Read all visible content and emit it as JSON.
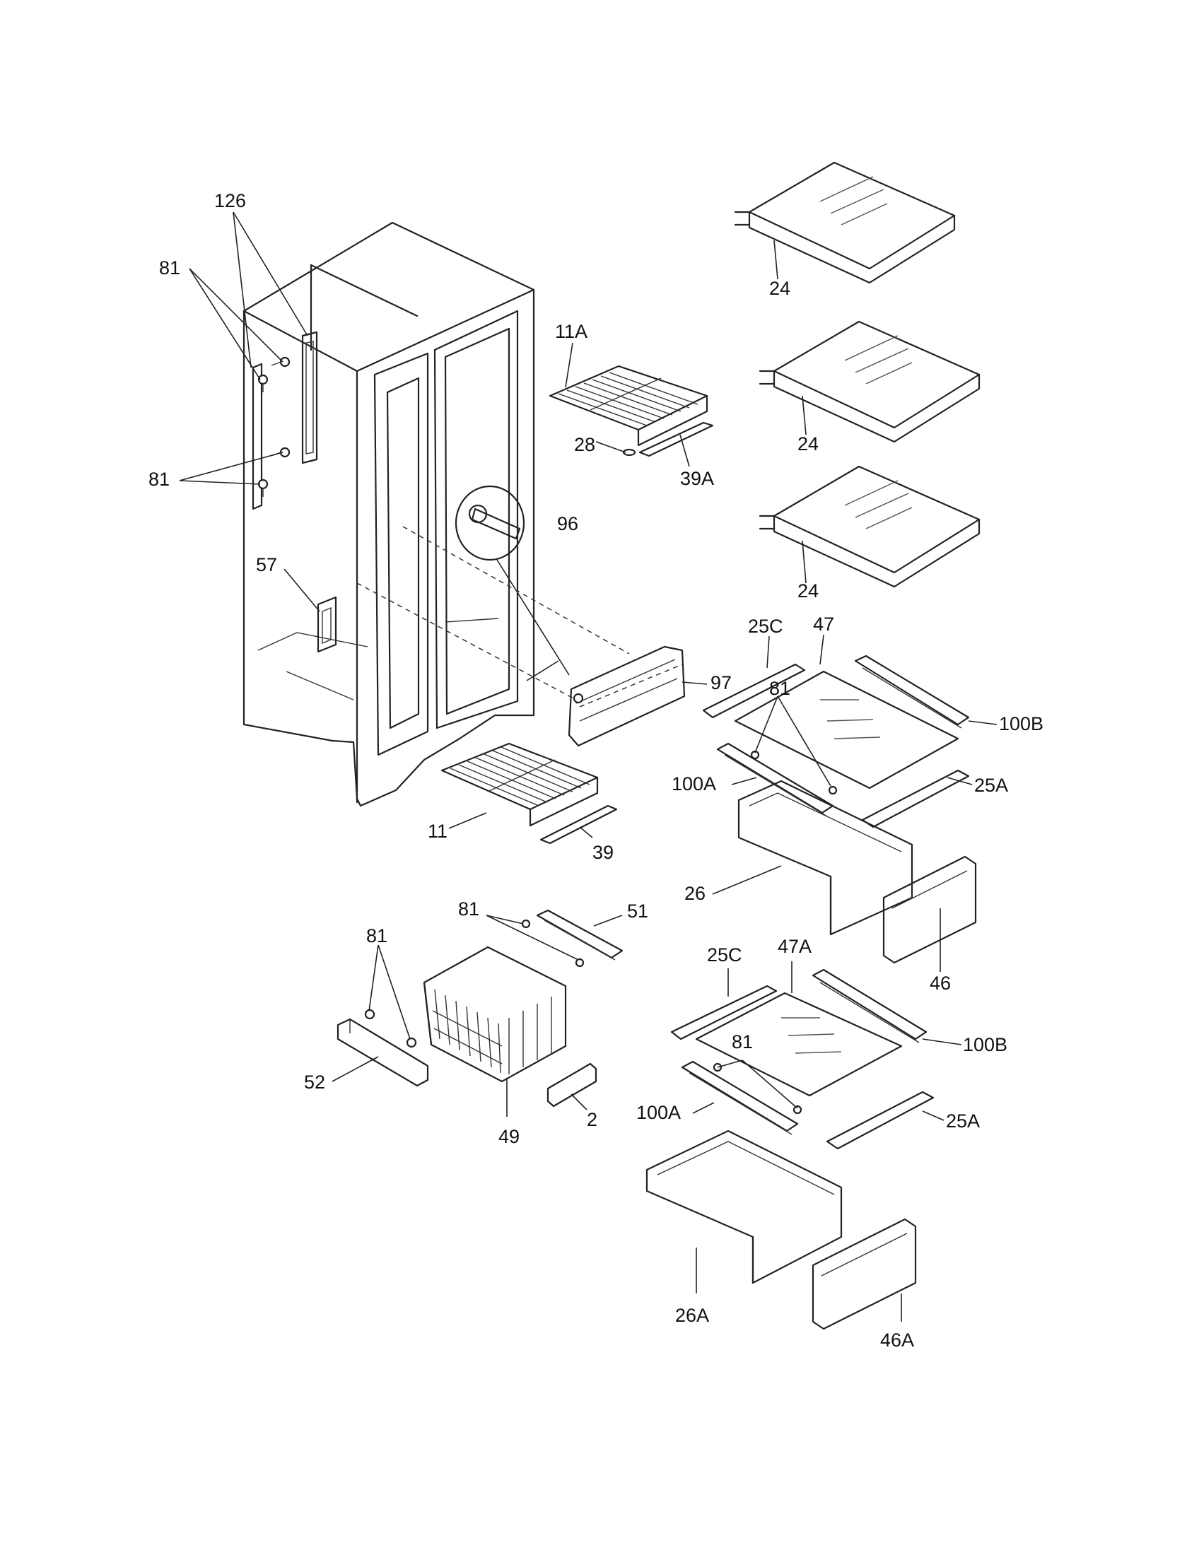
{
  "labels": {
    "l126": "126",
    "l81a": "81",
    "l81b": "81",
    "l57": "57",
    "l11A": "11A",
    "l28": "28",
    "l39A": "39A",
    "l96": "96",
    "l97": "97",
    "l11": "11",
    "l39": "39",
    "l24a": "24",
    "l24b": "24",
    "l24c": "24",
    "l25C": "25C",
    "l47": "47",
    "l100B": "100B",
    "l81c": "81",
    "l100A": "100A",
    "l25A": "25A",
    "l26": "26",
    "l46": "46",
    "l81d": "81",
    "l51": "51",
    "l81e": "81",
    "l52": "52",
    "l49": "49",
    "l2": "2",
    "l25C2": "25C",
    "l47A": "47A",
    "l81f": "81",
    "l100B2": "100B",
    "l100A2": "100A",
    "l25A2": "25A",
    "l26A": "26A",
    "l46A": "46A"
  },
  "icons": [
    "cabinet",
    "hinge",
    "screw",
    "wire-shelf",
    "glass-shelf",
    "crisper-drawer",
    "drawer-cover",
    "wire-basket",
    "rail",
    "ice-bucket-track"
  ]
}
